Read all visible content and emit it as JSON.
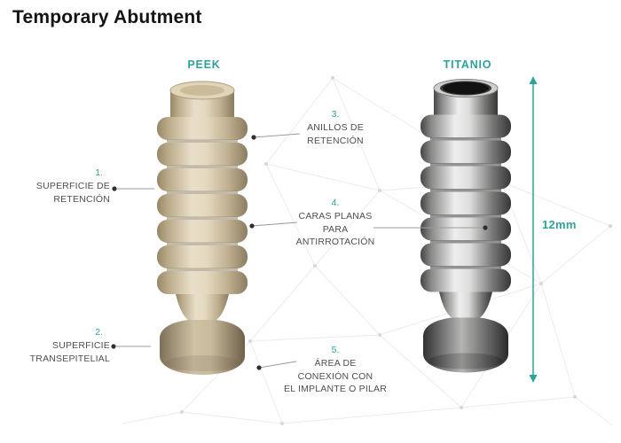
{
  "title": "Temporary Abutment",
  "columns": {
    "left_material": "PEEK",
    "right_material": "TITANIO"
  },
  "annotations": {
    "a1": {
      "num": "1.",
      "label": "SUPERFICIE DE\nRETENCIÓN"
    },
    "a2": {
      "num": "2.",
      "label": "SUPERFICIE\nTRANSEPITELIAL"
    },
    "a3": {
      "num": "3.",
      "label": "ANILLOS DE\nRETENCIÓN"
    },
    "a4": {
      "num": "4.",
      "label": "CARAS PLANAS\nPARA\nANTIRROTACIÓN"
    },
    "a5": {
      "num": "5.",
      "label": "ÁREA DE\nCONEXIÓN CON\nEL IMPLANTE O PILAR"
    }
  },
  "measurement": {
    "label": "12mm"
  },
  "colors": {
    "accent_teal": "#2FA29A",
    "peek_body": "#CDBEA0",
    "titanium_body": "#9A9A98",
    "label_text": "#4F4F4F",
    "leader_line": "#9B9B9B"
  }
}
